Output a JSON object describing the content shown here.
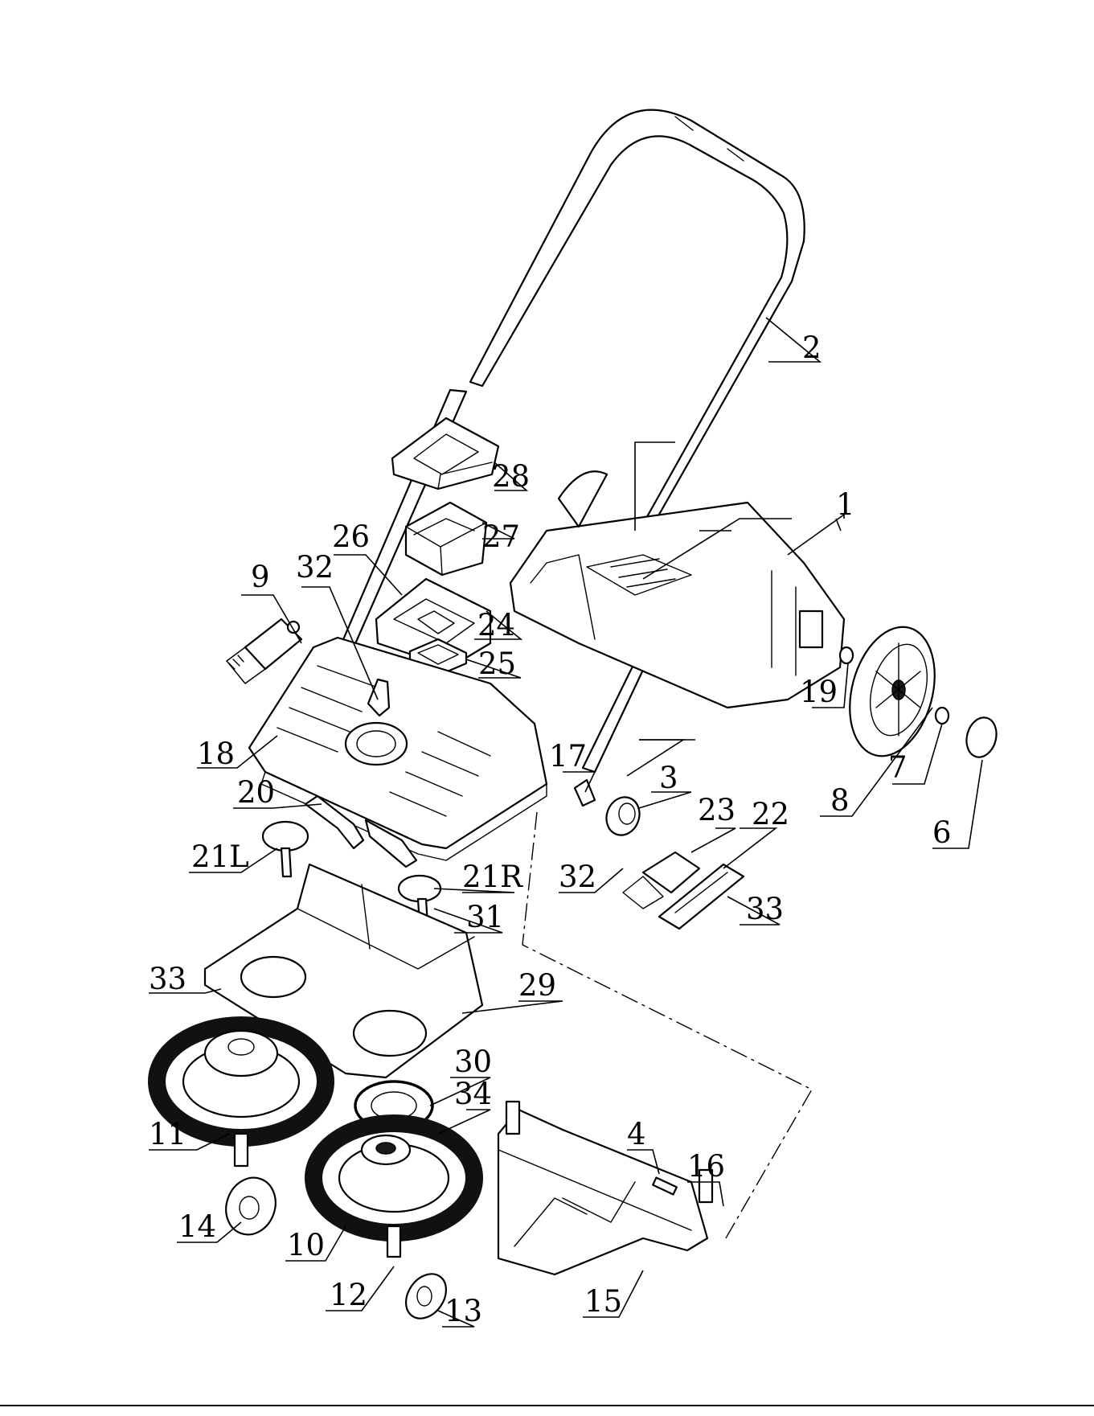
{
  "callouts": {
    "c1": "1",
    "c2": "2",
    "c3": "3",
    "c4": "4",
    "c6": "6",
    "c7": "7",
    "c8": "8",
    "c9": "9",
    "c10": "10",
    "c11": "11",
    "c12": "12",
    "c13": "13",
    "c14": "14",
    "c15": "15",
    "c16": "16",
    "c17": "17",
    "c18": "18",
    "c19": "19",
    "c20": "20",
    "c21l": "21L",
    "c21r": "21R",
    "c22": "22",
    "c23": "23",
    "c24": "24",
    "c25": "25",
    "c26": "26",
    "c27": "27",
    "c28": "28",
    "c29": "29",
    "c30": "30",
    "c31": "31",
    "c32a": "32",
    "c32b": "32",
    "c33a": "33",
    "c33b": "33",
    "c34": "34"
  }
}
